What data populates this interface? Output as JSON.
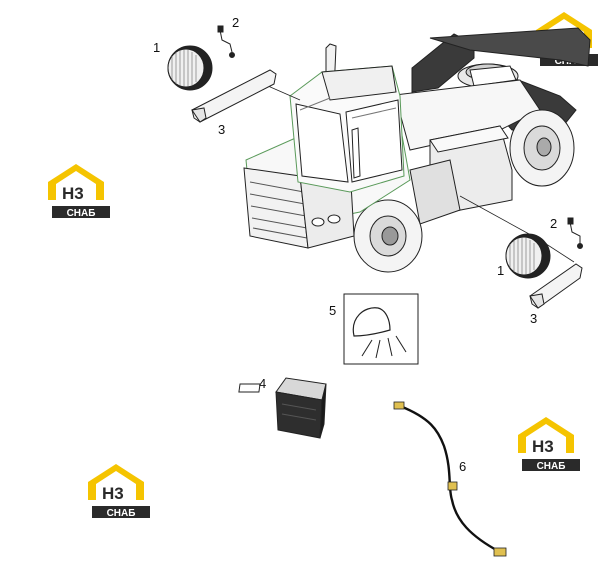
{
  "callouts": {
    "c1a": "1",
    "c2a": "2",
    "c3a": "3",
    "c1b": "1",
    "c2b": "2",
    "c3b": "3",
    "c4": "4",
    "c5": "5",
    "c6": "6"
  },
  "watermark": {
    "mark": "H3",
    "word": "СНАБ"
  },
  "colors": {
    "logo_yellow": "#f5c400",
    "logo_dark": "#2a2a2a",
    "line": "#222222",
    "vehicle_tint": "#5a9a5a",
    "dark_body": "#3a3a3a"
  }
}
